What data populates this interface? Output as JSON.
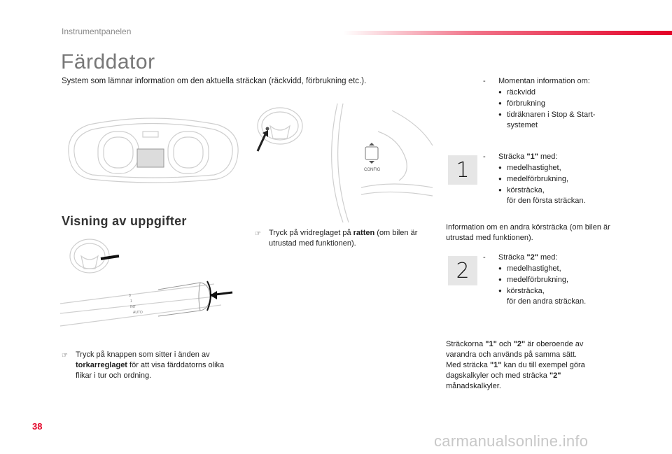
{
  "header": {
    "section": "Instrumentpanelen"
  },
  "title": "Färddator",
  "intro": "System som lämnar information om den aktuella sträckan (räckvidd, förbrukning etc.).",
  "heading_display": "Visning av uppgifter",
  "finger_icon": "☞",
  "instr_steering": {
    "pre": "Tryck på vridreglaget på ",
    "bold": "ratten",
    "post": " (om bilen är utrustad med funktionen)."
  },
  "instr_stalk": {
    "pre": "Tryck på knappen som sitter i änden av ",
    "bold": "torkarreglaget",
    "post": " för att visa färddatorns olika flikar i tur och ordning."
  },
  "steering_button_label": "CONFIG",
  "stalk_labels": [
    "0",
    "1",
    "INT",
    "AUTO"
  ],
  "instant": {
    "dash": "-",
    "lead": "Momentan information om:",
    "items": [
      "räckvidd",
      "förbrukning",
      "tidräknaren i Stop & Start-systemet"
    ]
  },
  "trip1": {
    "number": "1",
    "dash": "-",
    "lead_pre": "Sträcka ",
    "lead_bold": "\"1\"",
    "lead_post": " med:",
    "items": [
      "medelhastighet,",
      "medelförbrukning,",
      "körsträcka,"
    ],
    "tail": "för den första sträckan."
  },
  "trip2_info": "Information om en andra körsträcka (om bilen är utrustad med funktionen).",
  "trip2": {
    "number": "2",
    "dash": "-",
    "lead_pre": "Sträcka ",
    "lead_bold": "\"2\"",
    "lead_post": " med:",
    "items": [
      "medelhastighet,",
      "medelförbrukning,",
      "körsträcka,"
    ],
    "tail": "för den andra sträckan."
  },
  "note": {
    "p1": "Sträckorna ",
    "b1": "\"1\"",
    "p2": " och ",
    "b2": "\"2\"",
    "p3": " är oberoende av varandra och används på samma sätt.",
    "p4": "Med sträcka ",
    "b3": "\"1\"",
    "p5": " kan du till exempel göra dagskalkyler och med sträcka ",
    "b4": "\"2\"",
    "p6": " månadskalkyler."
  },
  "page_number": "38",
  "watermark": "carmanualsonline.info",
  "colors": {
    "accent": "#e30026",
    "title_gray": "#777777",
    "box_gray": "#e6e6e6"
  }
}
